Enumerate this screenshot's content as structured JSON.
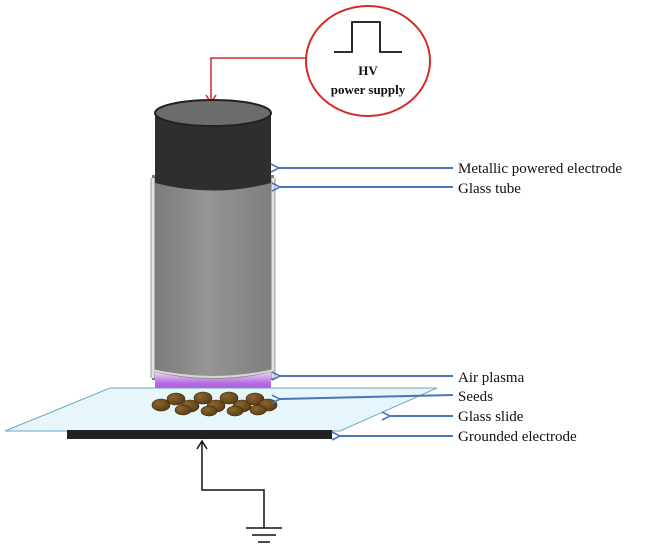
{
  "power_supply": {
    "line1": "HV",
    "line2": "power supply"
  },
  "labels": {
    "electrode": "Metallic powered electrode",
    "tube": "Glass tube",
    "plasma": "Air plasma",
    "seeds": "Seeds",
    "slide": "Glass slide",
    "ground": "Grounded electrode"
  },
  "colors": {
    "arrow": "#4a74c0",
    "supply_circle": "#d42a2a",
    "supply_wire": "#d42a2a",
    "electrode": "#2e2e2e",
    "tube_gray": "#8c8c8c",
    "plasma": "#9b3fd0",
    "seeds": "#6b4a1e",
    "glass_slide": "#e6f6fb",
    "ground_plate": "#222222"
  }
}
